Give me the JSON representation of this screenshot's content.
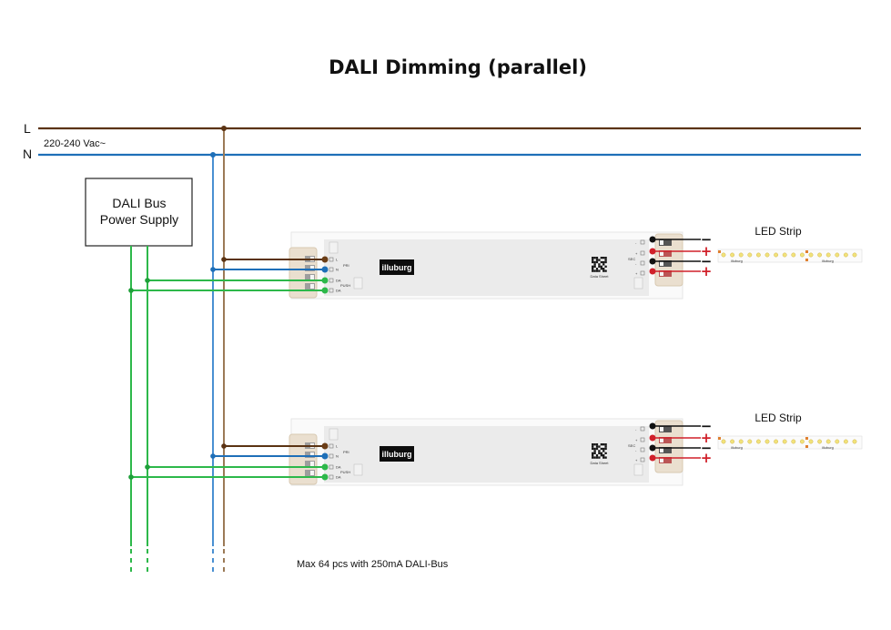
{
  "title": "DALI Dimming (parallel)",
  "mains": {
    "line_label": "L",
    "neutral_label": "N",
    "voltage_label": "220-240 Vac~"
  },
  "power_supply": {
    "line1": "DALI Bus",
    "line2": "Power Supply"
  },
  "drivers": [
    {
      "brand": "illuburg",
      "qr_caption": "Data Sheet",
      "pri_label": "PRI",
      "sec_label": "SEC",
      "input_terminals": [
        "L",
        "N",
        "DA",
        "DA"
      ],
      "push_labels": [
        "L",
        "PUSH",
        "N"
      ],
      "output_terminals": [
        "-",
        "+",
        "-",
        "+"
      ],
      "led_label": "LED Strip",
      "strip_brand": "illuburg"
    },
    {
      "brand": "illuburg",
      "qr_caption": "Data Sheet",
      "pri_label": "PRI",
      "sec_label": "SEC",
      "input_terminals": [
        "L",
        "N",
        "DA",
        "DA"
      ],
      "push_labels": [
        "L",
        "PUSH",
        "N"
      ],
      "output_terminals": [
        "-",
        "+",
        "-",
        "+"
      ],
      "led_label": "LED Strip",
      "strip_brand": "illuburg"
    }
  ],
  "polarity": {
    "minus": "−",
    "plus": "+"
  },
  "note": "Max 64 pcs with 250mA DALI-Bus",
  "colors": {
    "line_main": "#5b3313",
    "line_tap": "#9b7a57",
    "neutral_main": "#1e6fb8",
    "neutral_tap": "#4a90d2",
    "dali": "#2db84a",
    "dali_dark": "#1fa03a",
    "led_plus": "#d0202a",
    "led_minus": "#111111"
  }
}
